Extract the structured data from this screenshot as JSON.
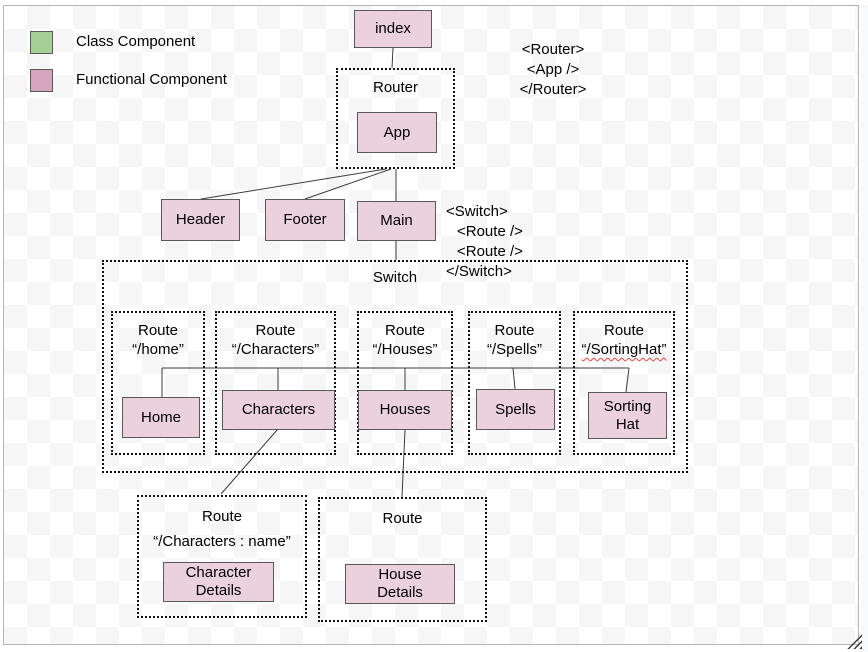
{
  "legend": {
    "items": [
      {
        "label": "Class Component",
        "swatch_color": "#a5cf94"
      },
      {
        "label": "Functional Component",
        "swatch_color": "#d5a6bd"
      }
    ]
  },
  "nodes": {
    "index": "index",
    "router": "Router",
    "app": "App",
    "header": "Header",
    "footer": "Footer",
    "main": "Main",
    "switch": "Switch"
  },
  "code": {
    "router_snippet": [
      "<Router>",
      "<App />",
      "</Router>"
    ],
    "switch_snippet": [
      "<Switch>",
      "<Route />",
      "<Route />",
      "</Switch>"
    ]
  },
  "routes": [
    {
      "title": "Route",
      "path": "“/home”",
      "component": "Home"
    },
    {
      "title": "Route",
      "path": "“/Characters”",
      "component": "Characters"
    },
    {
      "title": "Route",
      "path": "“/Houses”",
      "component": "Houses"
    },
    {
      "title": "Route",
      "path": "“/Spells”",
      "component": "Spells"
    },
    {
      "title": "Route",
      "path": "“/SortingHat”",
      "component": "Sorting\nHat",
      "spellcheck_flagged": true
    }
  ],
  "detail_routes": [
    {
      "title": "Route",
      "path": "“/Characters : name”",
      "component": "Character\nDetails"
    },
    {
      "title": "Route",
      "path": "",
      "component": "House\nDetails"
    }
  ],
  "colors": {
    "class_component_fill": "#a5cf94",
    "functional_component_fill": "#ead1dc",
    "legend_functional_fill": "#d5a6bd",
    "connector_line": "#3c3c3c",
    "dotted_border": "#111111",
    "spellcheck_underline": "#e8453c"
  }
}
